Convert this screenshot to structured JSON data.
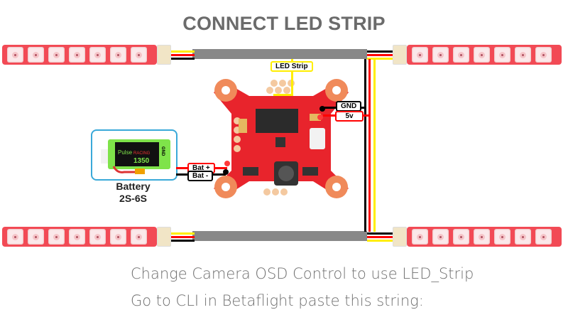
{
  "title": "CONNECT LED STRIP",
  "labels": {
    "led_strip": "LED Strip",
    "gnd": "GND",
    "five_v": "5v",
    "bat_plus": "Bat +",
    "bat_minus": "Bat -"
  },
  "battery": {
    "name": "Battery",
    "range": "2S-6S",
    "brand": "Pulse",
    "sub": "RACING",
    "capacity": "1350",
    "side_label": "GND"
  },
  "led_strips": [
    {
      "position": "top-left",
      "led_count": 7
    },
    {
      "position": "top-right",
      "led_count": 7
    },
    {
      "position": "bottom-left",
      "led_count": 7
    },
    {
      "position": "bottom-right",
      "led_count": 7
    }
  ],
  "instructions": [
    "Change Camera OSD Control to use LED_Strip",
    "Go to CLI in Betaflight paste this string:"
  ],
  "colors": {
    "signal": "#ffee00",
    "power": "#ff0000",
    "ground": "#000000",
    "cable": "#888888",
    "board": "#e8242c",
    "battery_border": "#3aa9d9"
  }
}
